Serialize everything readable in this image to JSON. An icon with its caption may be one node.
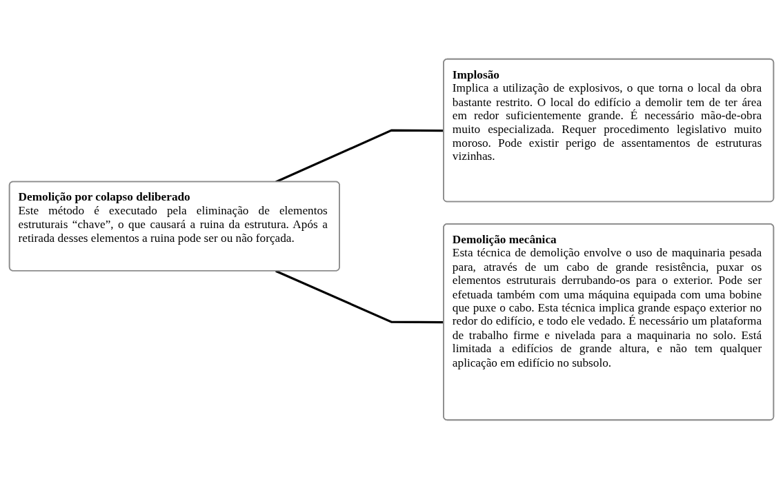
{
  "diagram": {
    "nodes": [
      {
        "text": [
          "Demolição por colapso deliberado",
          "Este método é executado pela eliminação de elementos estruturais “chave”, o que causará a ruina da estrutura. Após a retirada desses elementos a ruina pode ser ou não forçada."
        ]
      },
      {
        "text": [
          "Implosão",
          "Implica a utilização de explosivos, o que torna o local da obra bastante restrito. O local do edifício a demolir tem de ter área em redor suficientemente grande. É necessário mão-de-obra muito especializada. Requer procedimento legislativo muito moroso. Pode existir perigo de assentamentos de estruturas vizinhas."
        ]
      },
      {
        "text": [
          "Demolição mecânica",
          "Esta técnica de demolição envolve o uso de maquinaria pesada para, através de um cabo de grande resistência, puxar os elementos estruturais derrubando-os para o exterior. Pode ser efetuada também com uma máquina equipada com uma bobine que puxe o cabo. Esta técnica implica grande espaço exterior no redor do edifício, e todo ele vedado. É necessário um plataforma de trabalho firme e nivelada para a maquinaria no solo. Está limitada a edifícios de grande altura, e não tem qualquer aplicação em edifício no subsolo."
        ]
      }
    ],
    "edges": [
      {
        "from": 0,
        "to": 1,
        "arrow": "none"
      },
      {
        "from": 0,
        "to": 2,
        "arrow": "none"
      }
    ]
  }
}
